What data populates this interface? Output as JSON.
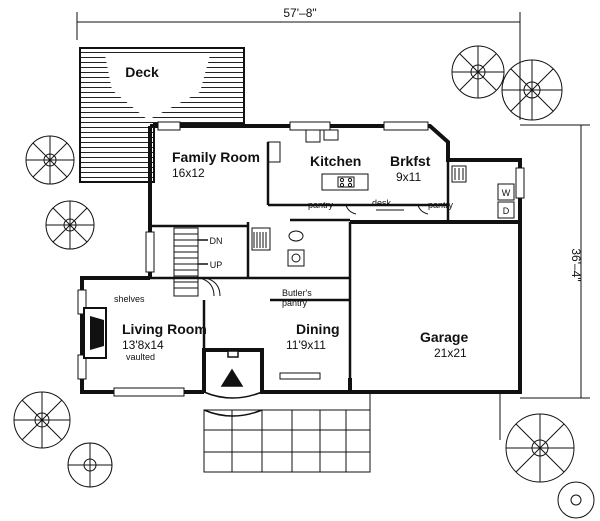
{
  "dimensions": {
    "width": "57'–8\"",
    "depth": "36'–4\""
  },
  "rooms": {
    "deck": {
      "name": "Deck"
    },
    "family": {
      "name": "Family Room",
      "size": "16x12"
    },
    "kitchen": {
      "name": "Kitchen"
    },
    "brkfst": {
      "name": "Brkfst",
      "size": "9x11"
    },
    "living": {
      "name": "Living Room",
      "size": "13'8x14",
      "note": "vaulted"
    },
    "dining": {
      "name": "Dining",
      "size": "11'9x11"
    },
    "garage": {
      "name": "Garage",
      "size": "21x21"
    }
  },
  "labels": {
    "pantry_left": "pantry",
    "desk": "desk",
    "pantry_right": "pantry",
    "stair_dn": "DN",
    "stair_up": "UP",
    "shelves": "shelves",
    "butlers_1": "Butler's",
    "butlers_2": "pantry",
    "washer": "W",
    "dryer": "D"
  }
}
